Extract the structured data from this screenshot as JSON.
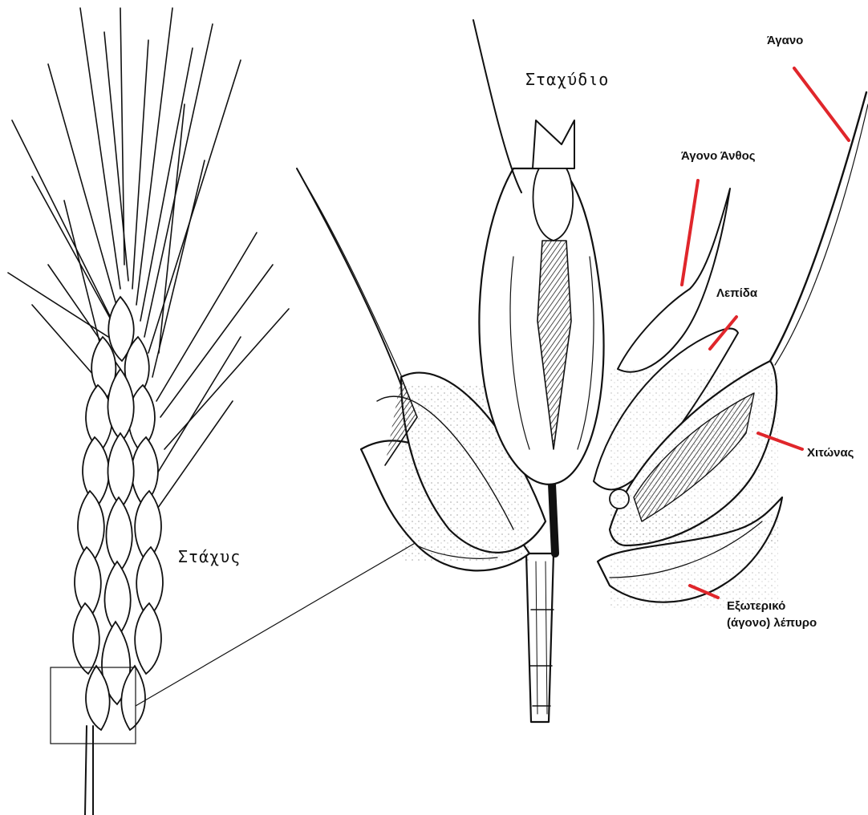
{
  "figure": {
    "labels": {
      "stachys": "Στάχυς",
      "stachydio": "Σταχύδιο",
      "agano": "Άγανο",
      "agono_anthos": "Άγονο Άνθος",
      "lepida": "Λεπίδα",
      "chitonas": "Χιτώνας",
      "exoteriko_line1": "Εξωτερικό",
      "exoteriko_line2": "(άγονο) λέπυρο"
    },
    "colors": {
      "ink": "#111111",
      "leader": "#e0262b",
      "background": "#ffffff"
    }
  }
}
